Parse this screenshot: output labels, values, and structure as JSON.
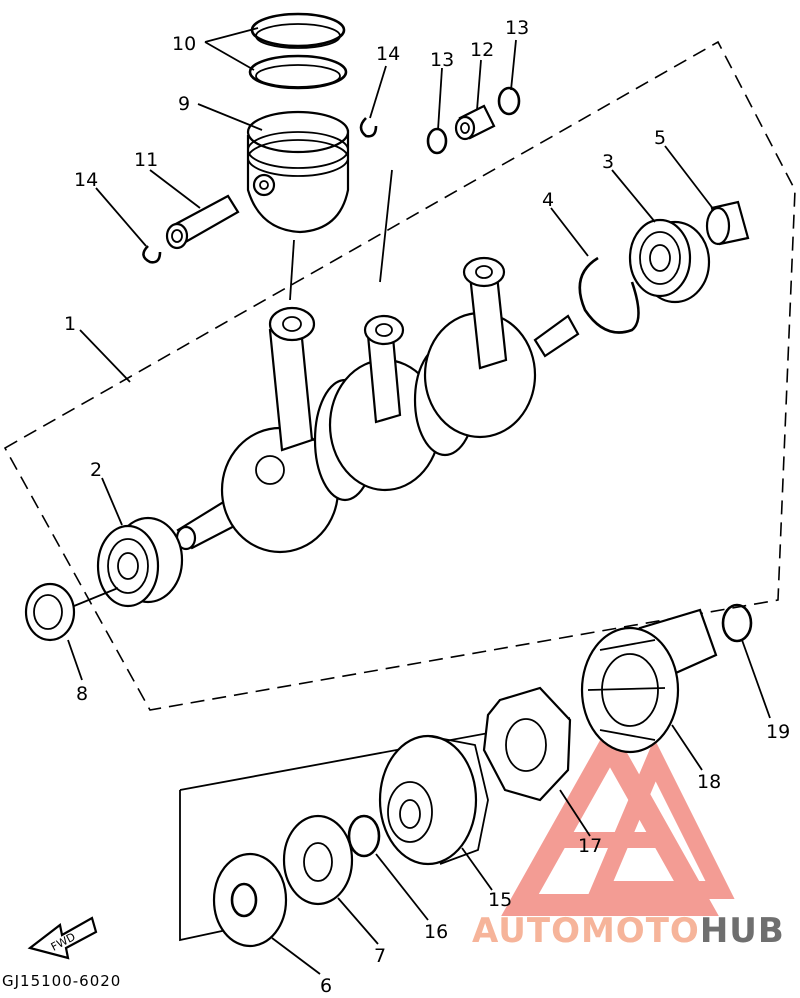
{
  "diagram": {
    "drawing_code": "GJ15100-6020",
    "fwd_label": "FWD",
    "callouts": [
      {
        "id": "c10",
        "text": "10"
      },
      {
        "id": "c9",
        "text": "9"
      },
      {
        "id": "c11",
        "text": "11"
      },
      {
        "id": "c14a",
        "text": "14"
      },
      {
        "id": "c14b",
        "text": "14"
      },
      {
        "id": "c13a",
        "text": "13"
      },
      {
        "id": "c12",
        "text": "12"
      },
      {
        "id": "c13b",
        "text": "13"
      },
      {
        "id": "c4",
        "text": "4"
      },
      {
        "id": "c3",
        "text": "3"
      },
      {
        "id": "c5",
        "text": "5"
      },
      {
        "id": "c1",
        "text": "1"
      },
      {
        "id": "c2",
        "text": "2"
      },
      {
        "id": "c8",
        "text": "8"
      },
      {
        "id": "c19",
        "text": "19"
      },
      {
        "id": "c18",
        "text": "18"
      },
      {
        "id": "c17",
        "text": "17"
      },
      {
        "id": "c15",
        "text": "15"
      },
      {
        "id": "c16",
        "text": "16"
      },
      {
        "id": "c7",
        "text": "7"
      },
      {
        "id": "c6",
        "text": "6"
      }
    ]
  },
  "watermark": {
    "part_a": "AUTOMOTO",
    "part_b": "HUB",
    "color_a": "#f6b49a",
    "color_b": "#6f6f6f",
    "logo_color": "#f28b82"
  }
}
